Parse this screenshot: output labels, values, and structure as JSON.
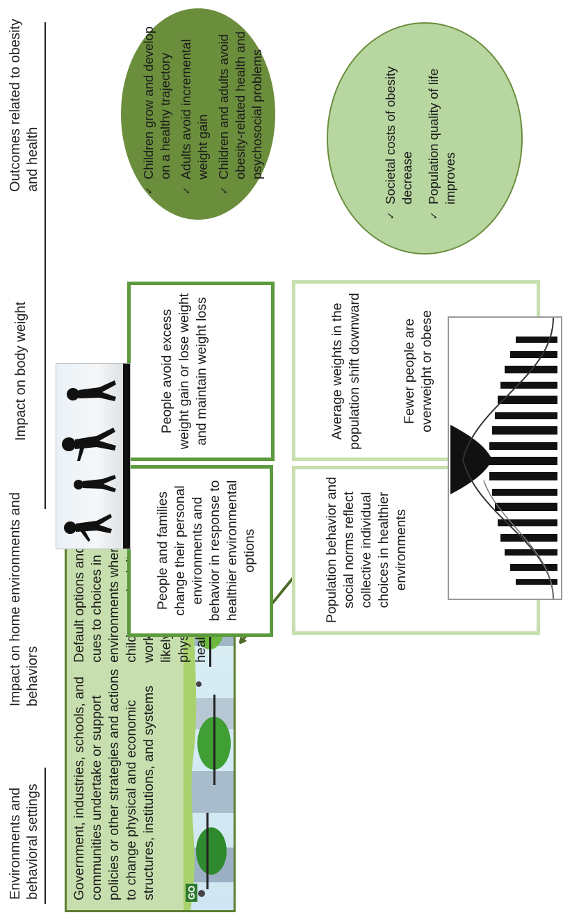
{
  "columns": {
    "settings": "Environments and behavioral settings",
    "home": "Impact on home environments and behaviors",
    "weight": "Impact on body weight",
    "outcomes": "Outcomes related to obesity and health"
  },
  "settings_box": {
    "paragraph1": "Government, industries, schools, and communities undertake or support policies or other strategies and actions to change physical and economic structures, institutions, and systems",
    "paragraph2": "Default options and cues to choices in environments where children and adults live, work, and play are more likely to promote physical activity and healthy eating",
    "image_sign": "GO"
  },
  "individual_row": {
    "home_text": "People and families change their personal environments and behavior in response to healthier environmental options",
    "weight_text": "People avoid excess weight gain or lose weight and maintain weight loss"
  },
  "population_row": {
    "home_text": "Population behavior and social norms reflect collective individual choices in healthier environments",
    "weight_text_1": "Average weights in the population shift downward",
    "weight_text_2": "Fewer people are overweight or obese"
  },
  "outcomes_individual": [
    "Children grow and develop on a healthy trajectory",
    "Adults avoid incremental weight gain",
    "Children and adults avoid obesity-related health and psychosocial problems"
  ],
  "outcomes_population": [
    "Societal costs of obesity decrease",
    "Population quality of life improves"
  ],
  "colors": {
    "dark_green": "#5d7e31",
    "mid_green": "#5c9a3d",
    "light_green": "#c7dfae",
    "pale_green": "#b6d79d",
    "ellipse_dark": "#6b8e3d",
    "ellipse_light": "#b7d6a0",
    "arrow_dark": "#4e6a2a",
    "arrow_light": "#c9e0ab"
  },
  "icons": {
    "check": "✓",
    "children_image": "children-silhouette-image",
    "crowd_image": "crowd-bell-curve-image",
    "park_image": "city-park-image"
  }
}
